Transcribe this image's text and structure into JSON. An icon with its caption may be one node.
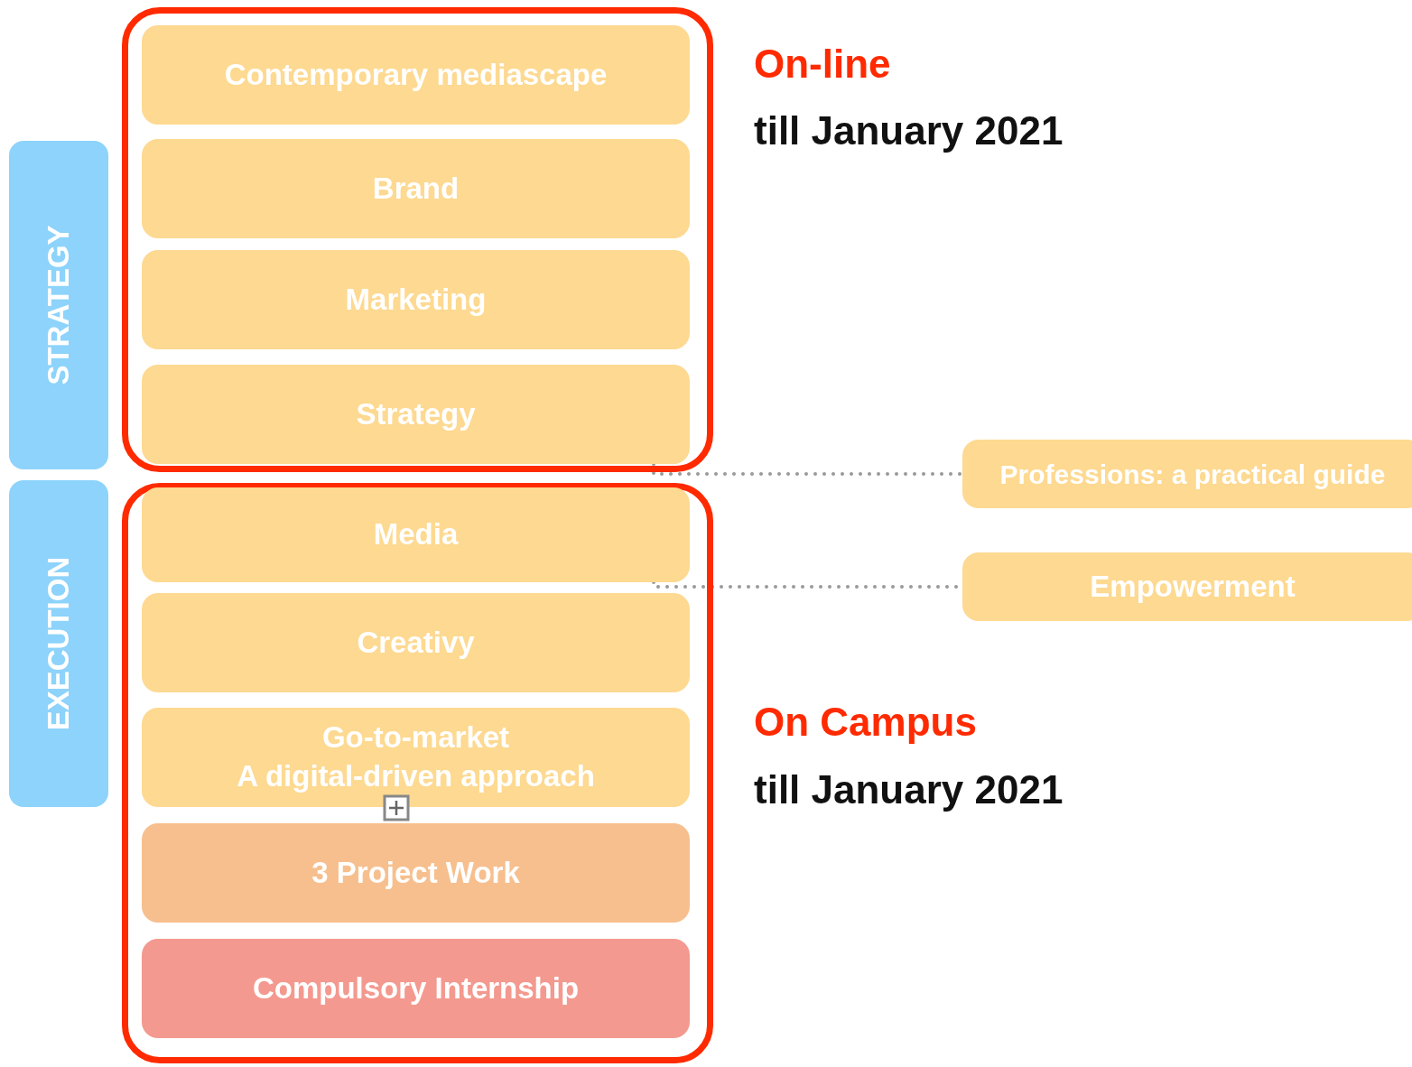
{
  "diagram": {
    "nodes": [
      {
        "text": [
          "On-line",
          "till January 2021"
        ]
      },
      {
        "text": [
          "Contemporary mediascape"
        ],
        "in": 0
      },
      {
        "text": [
          "Brand"
        ],
        "in": 0
      },
      {
        "text": [
          "Marketing"
        ],
        "in": 0
      },
      {
        "text": [
          "Strategy"
        ],
        "in": 0
      },
      {
        "text": [
          "On Campus",
          "till January 2021"
        ]
      },
      {
        "text": [
          "Media"
        ],
        "in": 5
      },
      {
        "text": [
          "Creativy"
        ],
        "in": 5
      },
      {
        "text": [
          "Go-to-market",
          "A digital-driven approach"
        ],
        "in": 5
      },
      {
        "text": [
          "3 Project Work"
        ],
        "in": 5
      },
      {
        "text": [
          "Compulsory Internship"
        ],
        "in": 5
      },
      {
        "text": [
          "STRATEGY"
        ]
      },
      {
        "text": [
          "EXECUTION"
        ]
      },
      {
        "text": [
          "Professions: a practical guide"
        ]
      },
      {
        "text": [
          "Empowerment"
        ]
      }
    ],
    "edges": [
      {
        "from": 4,
        "to": 13,
        "arrow": "none",
        "style": "dashed"
      },
      {
        "from": 6,
        "to": 14,
        "arrow": "none",
        "style": "dashed"
      }
    ]
  }
}
